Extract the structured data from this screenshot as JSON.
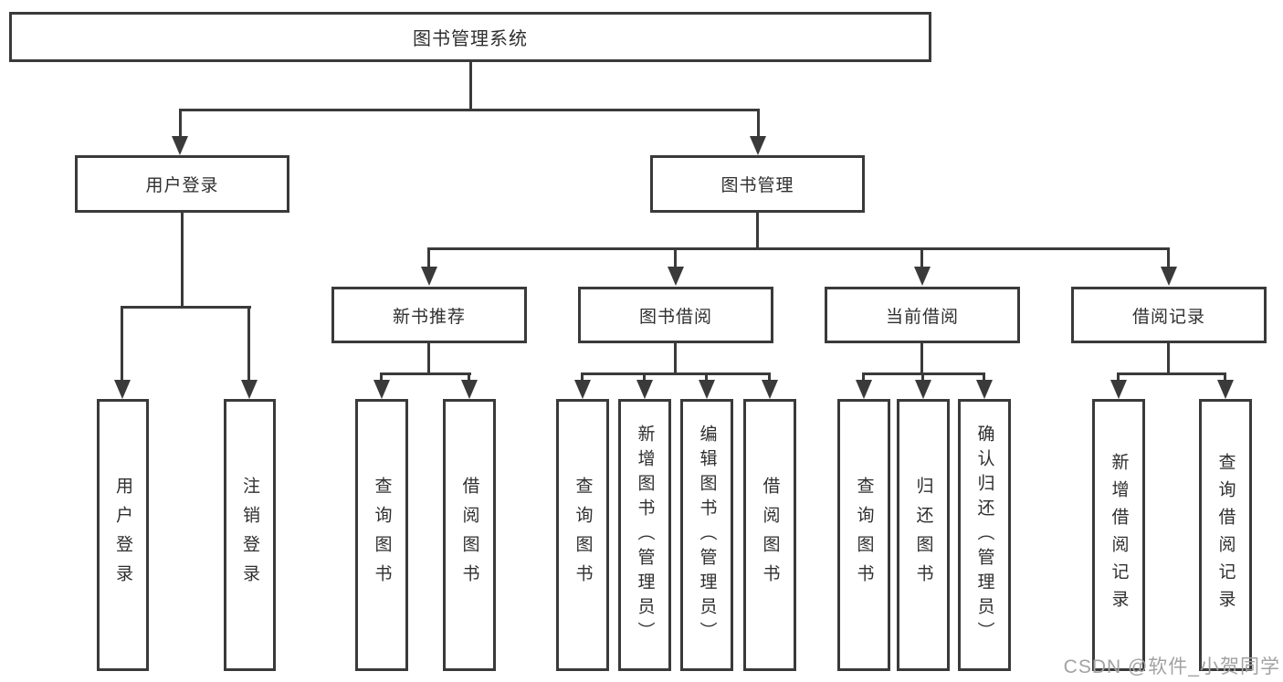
{
  "tree": {
    "root": {
      "label": "图书管理系统"
    },
    "branches": [
      {
        "label": "用户登录",
        "leaves": [
          {
            "label": "用户登录"
          },
          {
            "label": "注销登录"
          }
        ]
      },
      {
        "label": "图书管理",
        "groups": [
          {
            "label": "新书推荐",
            "leaves": [
              {
                "label": "查询图书"
              },
              {
                "label": "借阅图书"
              }
            ]
          },
          {
            "label": "图书借阅",
            "leaves": [
              {
                "label": "查询图书"
              },
              {
                "label": "新增图书（管理员）"
              },
              {
                "label": "编辑图书（管理员）"
              },
              {
                "label": "借阅图书"
              }
            ]
          },
          {
            "label": "当前借阅",
            "leaves": [
              {
                "label": "查询图书"
              },
              {
                "label": "归还图书"
              },
              {
                "label": "确认归还（管理员）"
              }
            ]
          },
          {
            "label": "借阅记录",
            "leaves": [
              {
                "label": "新增借阅记录"
              },
              {
                "label": "查询借阅记录"
              }
            ]
          }
        ]
      }
    ]
  },
  "watermark": {
    "text": "CSDN @软件_小贺同学"
  },
  "colors": {
    "line": "#3a3a3a",
    "box_border": "#3a3a3a",
    "text": "#2f2f2f",
    "watermark": "#a2a2a2",
    "background": "#ffffff"
  }
}
